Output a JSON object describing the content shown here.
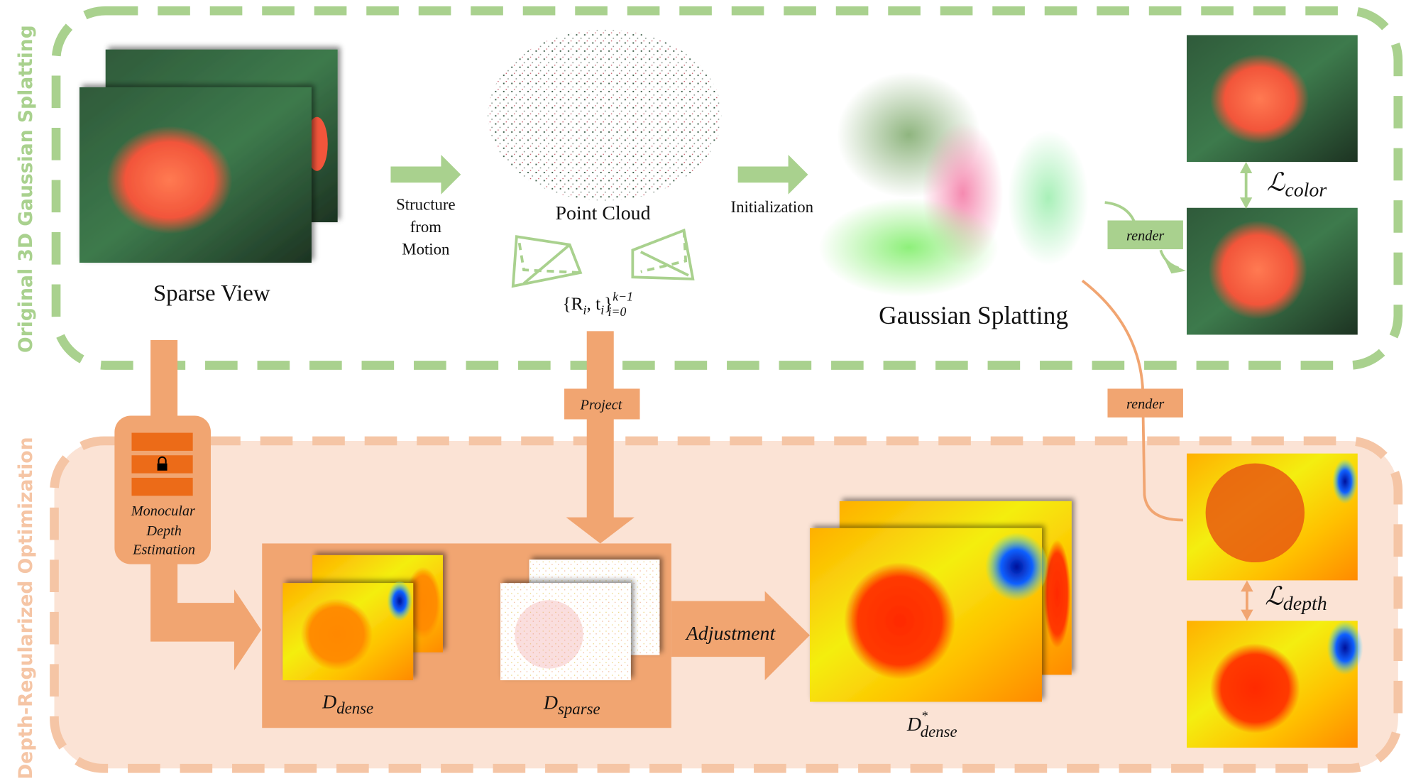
{
  "sections": {
    "top_label": "Original 3D Gaussian Splatting",
    "bottom_label": "Depth-Regularized Optimization"
  },
  "top": {
    "sparse_view": "Sparse View",
    "sfm": [
      "Structure",
      "from",
      "Motion"
    ],
    "point_cloud": "Point Cloud",
    "poses": {
      "base": "{R",
      "sub_i": "i",
      "comma": ", t",
      "close": "}",
      "sup": "k−1",
      "sub": "i=0"
    },
    "initialization": "Initialization",
    "gaussian_splatting": "Gaussian Splatting",
    "render_green": "render",
    "loss_color": {
      "symbol": "ℒ",
      "sub": "color"
    }
  },
  "bottom": {
    "monocular": [
      "Monocular",
      "Depth",
      "Estimation"
    ],
    "lock_icon": "lock-icon",
    "project": "Project",
    "render_orange": "render",
    "d_dense": {
      "base": "D",
      "sub": "dense"
    },
    "d_sparse": {
      "base": "D",
      "sub": "sparse"
    },
    "adjustment": "Adjustment",
    "d_dense_star": {
      "base": "D",
      "sup": "*",
      "sub": "dense"
    },
    "loss_depth": {
      "symbol": "ℒ",
      "sub": "depth"
    }
  },
  "colors": {
    "green": "#a9d18e",
    "orange": "#f1a571",
    "orange_dark": "#ec6b18",
    "orange_bg": "#fbe3d5",
    "orange_dash": "#f5c5a5"
  }
}
